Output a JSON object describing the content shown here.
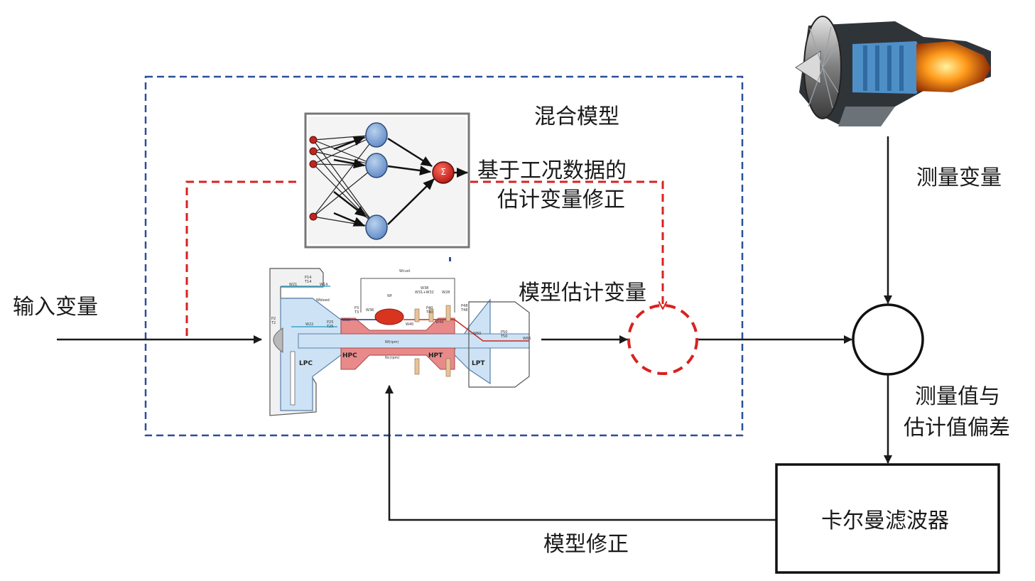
{
  "labels": {
    "hybrid_model": "混合模型",
    "correction_line1": "基于工况数据的",
    "correction_line2": "估计变量修正",
    "input_var": "输入变量",
    "model_estimate": "模型估计变量",
    "measured_var": "测量变量",
    "bias_line1": "测量值与",
    "bias_line2": "估计值偏差",
    "kalman": "卡尔曼滤波器",
    "model_correction": "模型修正"
  },
  "engine_schematic": {
    "lpc": "LPC",
    "hpc": "HPC",
    "hpt": "HPT",
    "lpt": "LPT",
    "nf": "Nf(rpm)",
    "nc": "Nc(rpm)",
    "p14": "P14",
    "t14": "T14",
    "w21": "W21",
    "w14": "W14",
    "wbleed": "Wbleed",
    "p2": "P2",
    "t2": "T2",
    "w22": "W22",
    "p25": "P25",
    "t25": "T25",
    "w25": "W25",
    "p3": "P3",
    "t3": "T3",
    "w36": "W36",
    "wf": "Wf",
    "wcust": "Wcust",
    "w38": "W38",
    "w31w32": "W31+W32",
    "w28": "W28",
    "p40": "P40",
    "t40": "T40",
    "w40": "W40",
    "w44": "W44",
    "p48": "P48",
    "t48": "T48",
    "w50": "W50",
    "p50": "P50",
    "t50": "T50",
    "w66": "W66"
  },
  "colors": {
    "dashed_box": "#2a4f9a",
    "red_dashed": "#d8221f",
    "arrow": "#1a1a1a",
    "engine_body": "#cde3f5",
    "engine_core": "#e8898a",
    "nn_node": "#7fa6d6",
    "nn_output": "#d9201c"
  },
  "icons": {
    "sum_node": "sigma-icon",
    "engine_photo": "turbofan-engine-icon"
  }
}
